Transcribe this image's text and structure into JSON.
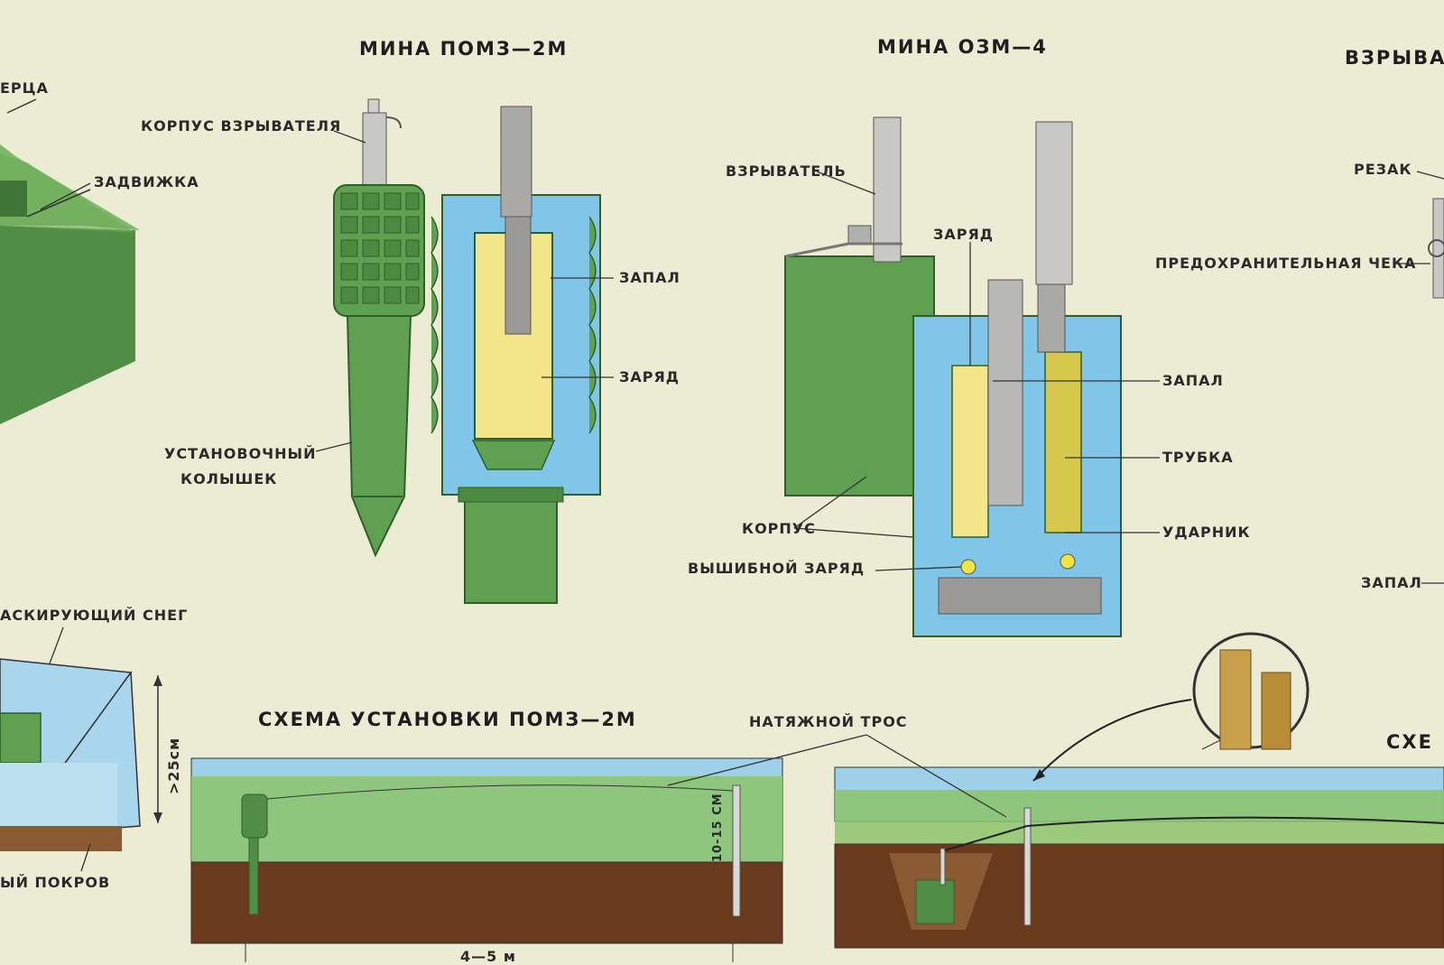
{
  "poster": {
    "titles": {
      "pomz": "МИНА ПОМЗ—2М",
      "ozm": "МИНА ОЗМ—4",
      "scheme_pomz": "СХЕМА УСТАНОВКИ ПОМЗ—2М",
      "fuze_cut": "ВЗРЫВАТ",
      "scheme_cut": "СХЕ"
    },
    "labels": {
      "tl_cut": "ЕРЦА",
      "zadvizhka": "ЗАДВИЖКА",
      "korpus_vzryv": "КОРПУС ВЗРЫВАТЕЛЯ",
      "zapal_pomz": "ЗАПАЛ",
      "zaryad_pomz": "ЗАРЯД",
      "ustanov_1": "УСТАНОВОЧНЫЙ",
      "ustanov_2": "КОЛЫШЕК",
      "vzryvatel": "ВЗРЫВАТЕЛЬ",
      "zaryad_ozm": "ЗАРЯД",
      "zapal_ozm": "ЗАПАЛ",
      "trubka": "ТРУБКА",
      "udarnik": "УДАРНИК",
      "korpus": "КОРПУС",
      "vyshibnoy": "ВЫШИБНОЙ ЗАРЯД",
      "rezak": "РЕЗАК",
      "chek": "ПРЕДОХРАНИТЕЛЬНАЯ ЧЕКА",
      "zapal_right": "ЗАПАЛ",
      "snow_cut": "АСКИРУЮЩИЙ СНЕГ",
      "depth": ">25см",
      "cover_cut": "ЫЙ ПОКРОВ",
      "tros": "НАТЯЖНОЙ ТРОС",
      "height": "10-15 СМ",
      "distance": "4—5 м"
    },
    "colors": {
      "paper": "#ecebd3",
      "green": "#5fa150",
      "dark_green": "#3f7a38",
      "blue": "#80c6e8",
      "yellow": "#f2e58a",
      "soil": "#6a3a1c",
      "grass": "#8cc46a"
    }
  }
}
